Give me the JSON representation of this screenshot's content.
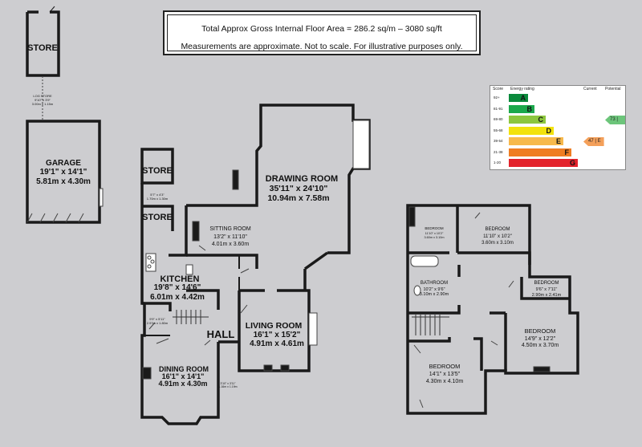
{
  "header": {
    "line1": "Total Approx Gross Internal Floor Area = 286.2  sq/m – 3080 sq/ft",
    "line2": "Measurements are approximate. Not to scale. For illustrative purposes only."
  },
  "ground_floor": {
    "store_top": "STORE",
    "log_store": {
      "name": "LOG STORE",
      "dim1": "9'10\" x 3'9\"",
      "dim2": "3.00m x 1.15m"
    },
    "garage": {
      "name": "GARAGE",
      "dim1": "19'1\" x 14'1\"",
      "dim2": "5.81m x 4.30m"
    },
    "store_mid": "STORE",
    "store_small_dims": {
      "dim1": "5'7\" x 4'3\"",
      "dim2": "1.70m x 1.30m"
    },
    "store_low": "STORE",
    "sitting_room": {
      "name": "SITTING ROOM",
      "dim1": "13'2\" x 11'10\"",
      "dim2": "4.01m x 3.60m"
    },
    "drawing_room": {
      "name": "DRAWING ROOM",
      "dim1": "35'11\" x 24'10\"",
      "dim2": "10.94m x 7.58m"
    },
    "kitchen": {
      "name": "KITCHEN",
      "dim1": "19'8\" x 14'6\"",
      "dim2": "6.01m x 4.42m"
    },
    "utility_dims": {
      "dim1": "9'9\" x 5'11\"",
      "dim2": "2.97m x 1.80m"
    },
    "hall": "HALL",
    "living_room": {
      "name": "LIVING ROOM",
      "dim1": "16'1\" x 15'2\"",
      "dim2": "4.91m x 4.61m"
    },
    "dining_room": {
      "name": "DINING ROOM",
      "dim1": "16'1\" x 14'1\"",
      "dim2": "4.91m x 4.30m"
    },
    "porch_dims": {
      "dim1": "3'10\" x 3'11\"",
      "dim2": "1.16m x 1.19m"
    }
  },
  "first_floor": {
    "bedroom_a": {
      "name": "BEDROOM",
      "dim1": "11'10\" x 10'2\"",
      "dim2": "3.60m x 3.10m"
    },
    "bedroom_b": {
      "name": "BEDROOM",
      "dim1": "11'10\" x 10'2\"",
      "dim2": "3.60m x 3.10m"
    },
    "bathroom": {
      "name": "BATHROOM",
      "dim1": "10'2\" x 9'6\"",
      "dim2": "3.10m x 2.90m"
    },
    "bedroom_c": {
      "name": "BEDROOM",
      "dim1": "9'6\" x 7'11\"",
      "dim2": "2.90m x 2.41m"
    },
    "bedroom_d": {
      "name": "BEDROOM",
      "dim1": "14'9\" x 12'2\"",
      "dim2": "4.50m x 3.70m"
    },
    "bedroom_e": {
      "name": "BEDROOM",
      "dim1": "14'1\" x 13'5\"",
      "dim2": "4.30m x 4.10m"
    }
  },
  "epc": {
    "headers": {
      "score": "Score",
      "energy": "Energy rating",
      "current": "Current",
      "potential": "Potential"
    },
    "bands": [
      {
        "range": "92+",
        "letter": "A",
        "color": "#0a8a3c"
      },
      {
        "range": "81-91",
        "letter": "B",
        "color": "#1aa84b"
      },
      {
        "range": "69-80",
        "letter": "C",
        "color": "#8cc63e"
      },
      {
        "range": "55-68",
        "letter": "D",
        "color": "#f2e20c"
      },
      {
        "range": "39-54",
        "letter": "E",
        "color": "#f7b94c"
      },
      {
        "range": "21-38",
        "letter": "F",
        "color": "#ef7d22"
      },
      {
        "range": "1-20",
        "letter": "G",
        "color": "#e3232c"
      }
    ],
    "current": "47 | E",
    "potential": "73 | C"
  }
}
